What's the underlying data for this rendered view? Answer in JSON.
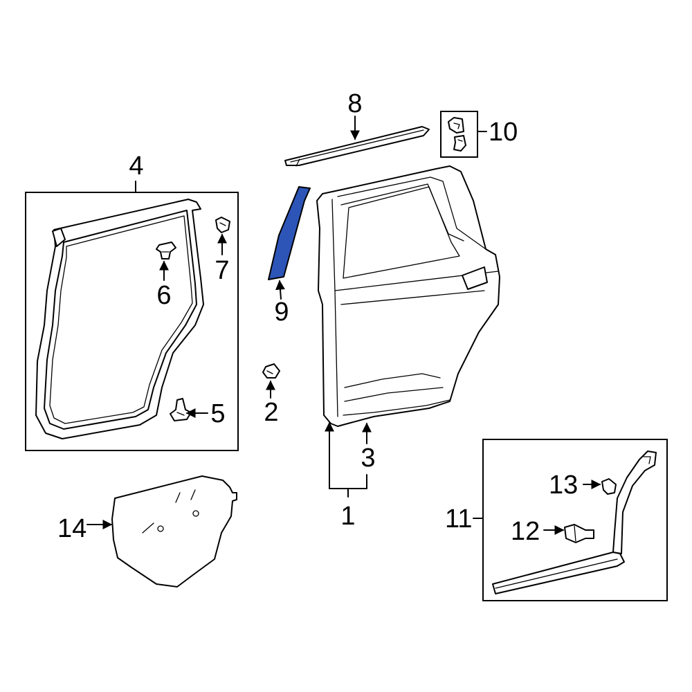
{
  "callouts": {
    "n1": "1",
    "n2": "2",
    "n3": "3",
    "n4": "4",
    "n5": "5",
    "n6": "6",
    "n7": "7",
    "n8": "8",
    "n9": "9",
    "n10": "10",
    "n11": "11",
    "n12": "12",
    "n13": "13",
    "n14": "14"
  },
  "highlight_color": "#2d55b8",
  "highlighted_part": "9"
}
